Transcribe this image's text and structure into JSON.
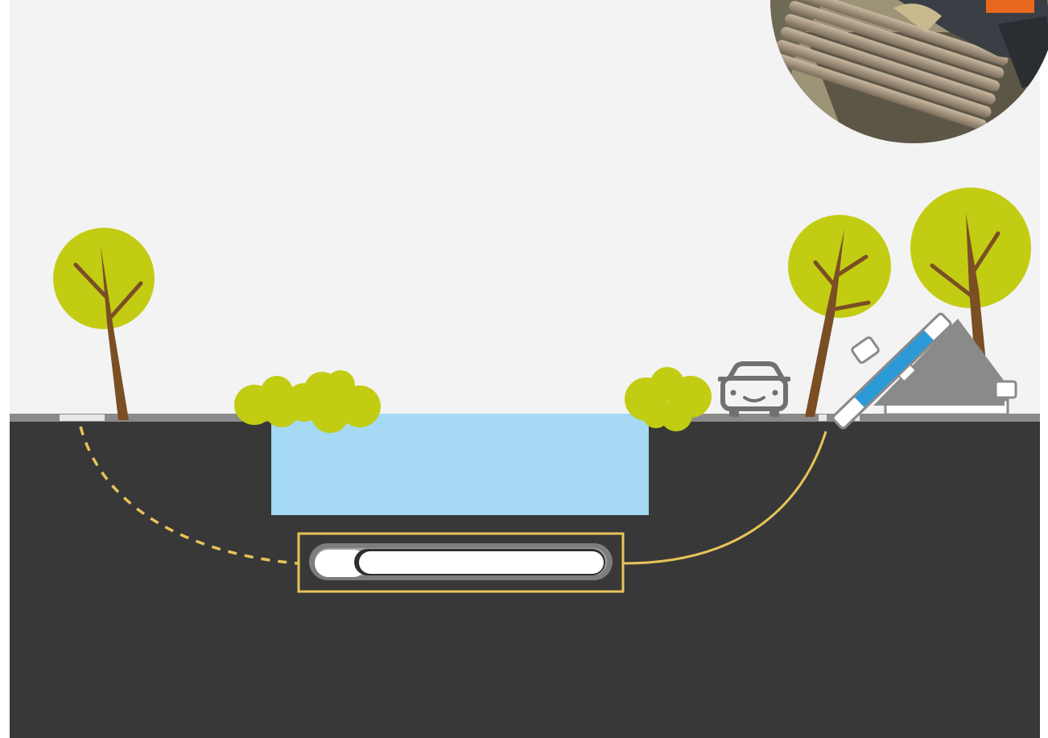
{
  "colors": {
    "page": "#ffffff",
    "sky": "#f3f3f3",
    "ground": "#383838",
    "road": "#8a8a8a",
    "foliage": "#c2cc13",
    "trunk": "#7a4f24",
    "water": "#a5d9f4",
    "cable": "#e8c35a",
    "highlight-frame": "#e8c35a",
    "pipe-casing": "#7d7d7d",
    "pipe": "#ffffff",
    "machine": "#8a8a8a",
    "mast-sleeve": "#2d9ad8",
    "car-outline": "#707070"
  },
  "icons": {
    "tree": "tree-icon",
    "bush": "bush-icon",
    "car": "car-front-icon",
    "drill_rig": "drill-rig-icon",
    "pipe": "pipe-icon",
    "photo": "site-photo"
  },
  "scene": {
    "trees": 3,
    "bushes": 2,
    "bore_path": [
      "dashed",
      "solid"
    ]
  }
}
